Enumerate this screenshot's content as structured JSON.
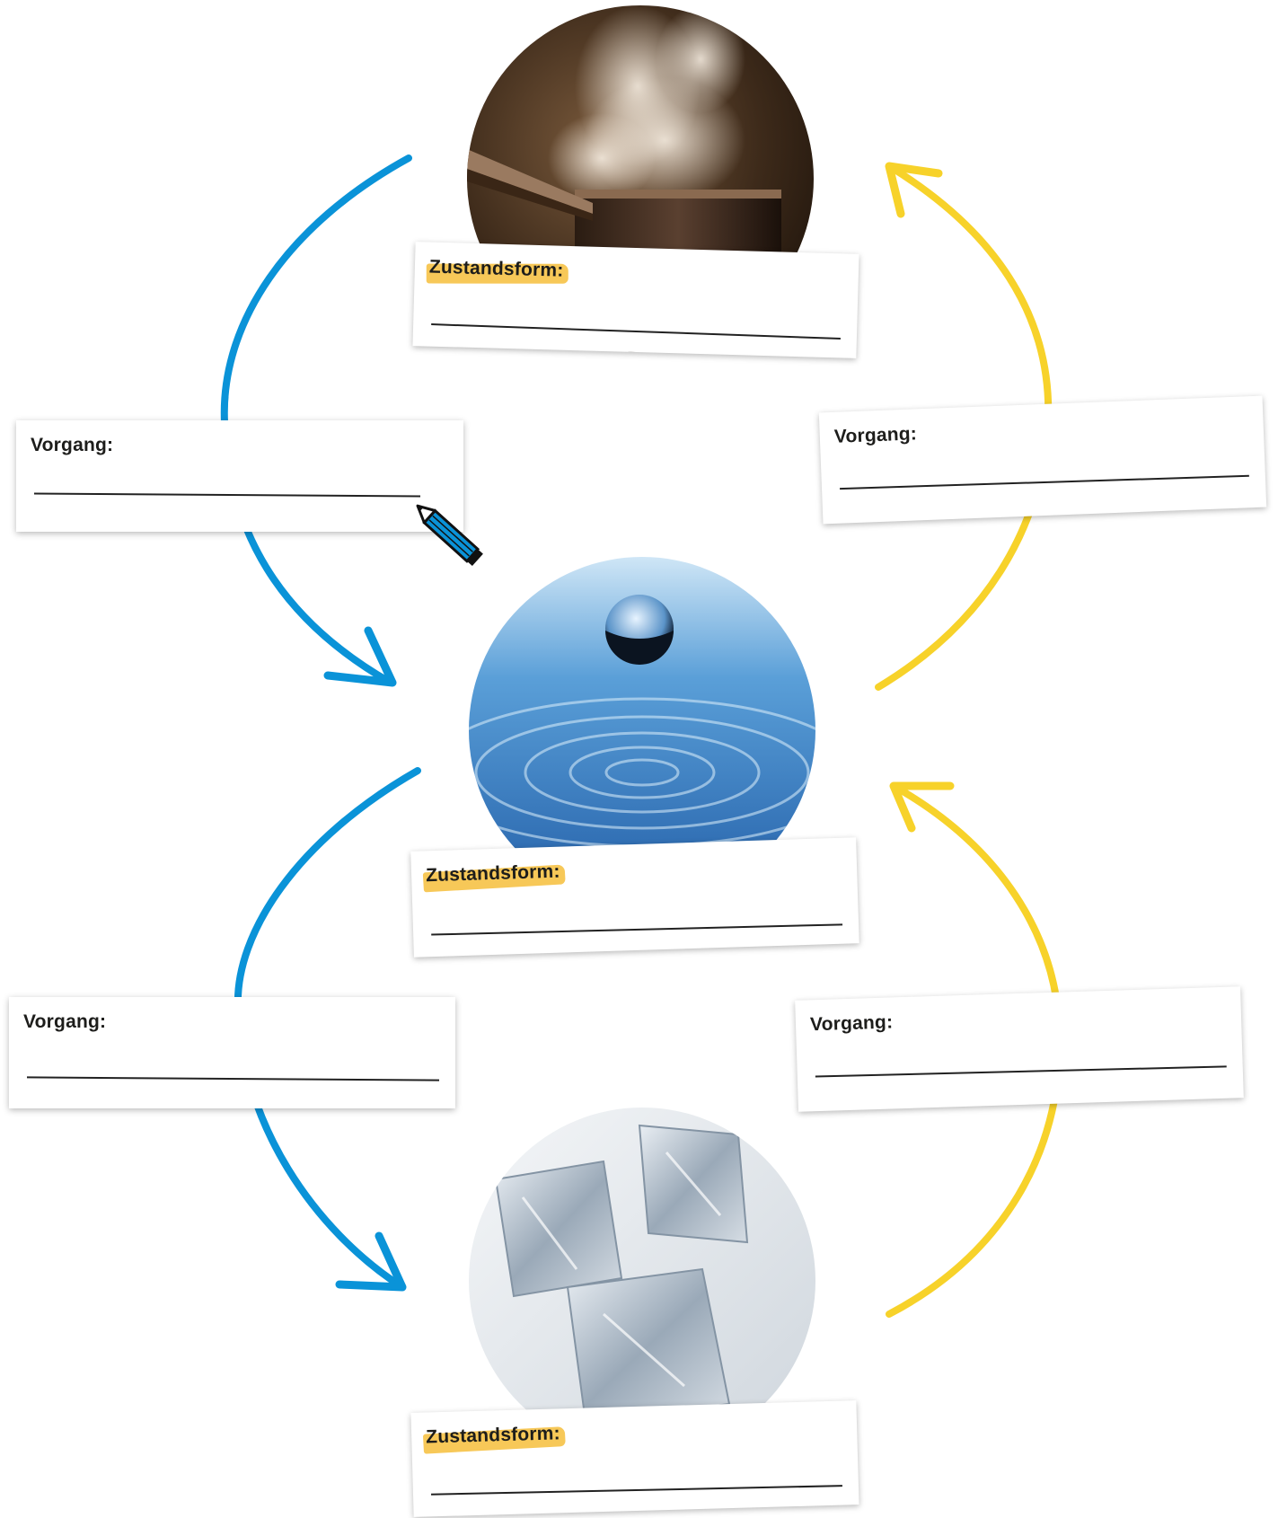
{
  "states": [
    {
      "id": "gas",
      "photo": "steaming-pot",
      "label": "Zustandsform:"
    },
    {
      "id": "liquid",
      "photo": "water-droplet",
      "label": "Zustandsform:"
    },
    {
      "id": "solid",
      "photo": "ice-cubes",
      "label": "Zustandsform:"
    }
  ],
  "processes": [
    {
      "id": "gas-to-liquid",
      "label": "Vorgang:",
      "arrow_color": "#0a93d8"
    },
    {
      "id": "liquid-to-gas",
      "label": "Vorgang:",
      "arrow_color": "#f7d22a"
    },
    {
      "id": "liquid-to-solid",
      "label": "Vorgang:",
      "arrow_color": "#0a93d8"
    },
    {
      "id": "solid-to-liquid",
      "label": "Vorgang:",
      "arrow_color": "#f7d22a"
    }
  ],
  "icons": {
    "pencil": "pencil-icon"
  },
  "colors": {
    "cooling": "#0a93d8",
    "heating": "#f7d22a",
    "highlight": "#f7c858"
  }
}
